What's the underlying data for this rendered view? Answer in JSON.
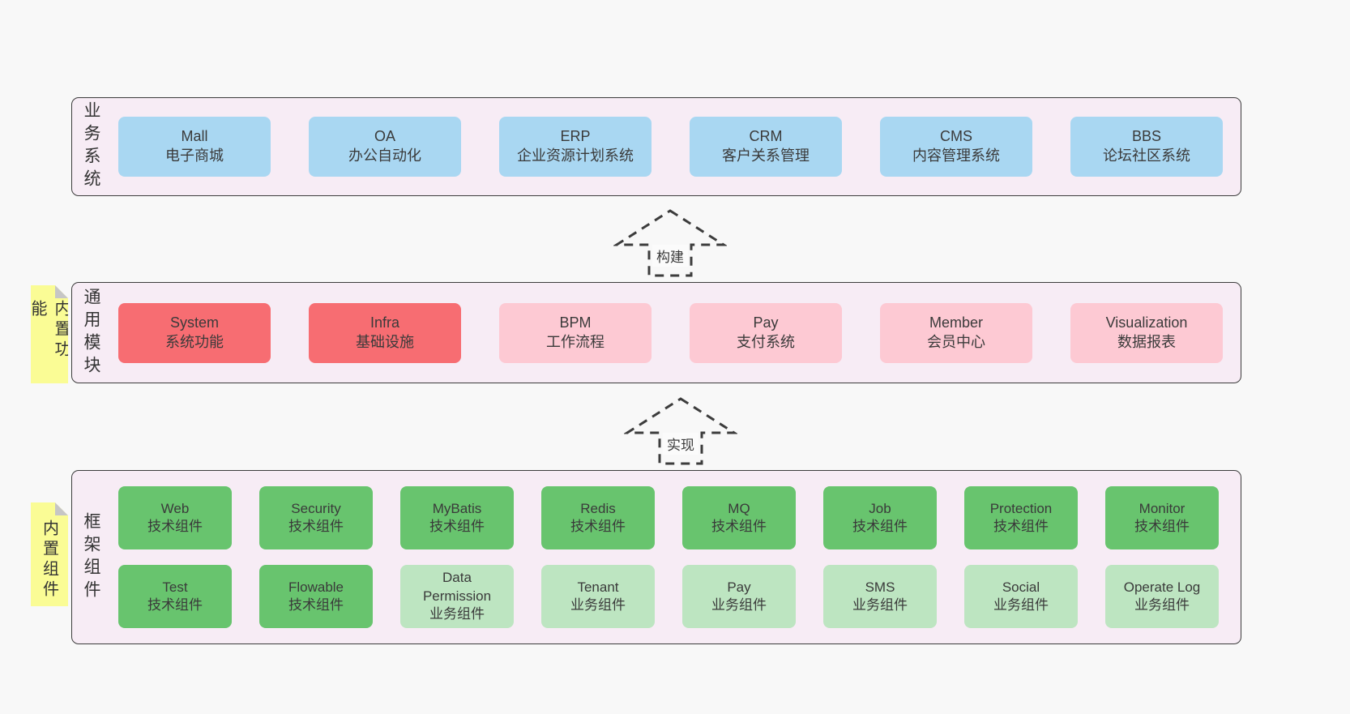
{
  "colors": {
    "layerBg": "#f7ecf5",
    "blue": "#a9d7f2",
    "red": "#f76d72",
    "pink": "#fdc9d3",
    "green": "#68c46e",
    "lightgreen": "#bde5c1",
    "yellow": "#fafc95",
    "fold": "#c6c6c6",
    "line": "#3c3c3c"
  },
  "layers": {
    "business": {
      "label": "业务系统",
      "rows": [
        [
          {
            "title": "Mall",
            "subtitle": "电子商城",
            "color": "blue"
          },
          {
            "title": "OA",
            "subtitle": "办公自动化",
            "color": "blue"
          },
          {
            "title": "ERP",
            "subtitle": "企业资源计划系统",
            "color": "blue"
          },
          {
            "title": "CRM",
            "subtitle": "客户关系管理",
            "color": "blue"
          },
          {
            "title": "CMS",
            "subtitle": "内容管理系统",
            "color": "blue"
          },
          {
            "title": "BBS",
            "subtitle": "论坛社区系统",
            "color": "blue"
          }
        ]
      ]
    },
    "common": {
      "label": "通用模块",
      "tag": "内置功能",
      "rows": [
        [
          {
            "title": "System",
            "subtitle": "系统功能",
            "color": "red"
          },
          {
            "title": "Infra",
            "subtitle": "基础设施",
            "color": "red"
          },
          {
            "title": "BPM",
            "subtitle": "工作流程",
            "color": "pink"
          },
          {
            "title": "Pay",
            "subtitle": "支付系统",
            "color": "pink"
          },
          {
            "title": "Member",
            "subtitle": "会员中心",
            "color": "pink"
          },
          {
            "title": "Visualization",
            "subtitle": "数据报表",
            "color": "pink"
          }
        ]
      ]
    },
    "framework": {
      "label": "框架组件",
      "tag": "内置组件",
      "rows": [
        [
          {
            "title": "Web",
            "subtitle": "技术组件",
            "color": "green"
          },
          {
            "title": "Security",
            "subtitle": "技术组件",
            "color": "green"
          },
          {
            "title": "MyBatis",
            "subtitle": "技术组件",
            "color": "green"
          },
          {
            "title": "Redis",
            "subtitle": "技术组件",
            "color": "green"
          },
          {
            "title": "MQ",
            "subtitle": "技术组件",
            "color": "green"
          },
          {
            "title": "Job",
            "subtitle": "技术组件",
            "color": "green"
          },
          {
            "title": "Protection",
            "subtitle": "技术组件",
            "color": "green"
          },
          {
            "title": "Monitor",
            "subtitle": "技术组件",
            "color": "green"
          }
        ],
        [
          {
            "title": "Test",
            "subtitle": "技术组件",
            "color": "green"
          },
          {
            "title": "Flowable",
            "subtitle": "技术组件",
            "color": "green"
          },
          {
            "title": "Data Permission",
            "subtitle": "业务组件",
            "color": "lightgreen"
          },
          {
            "title": "Tenant",
            "subtitle": "业务组件",
            "color": "lightgreen"
          },
          {
            "title": "Pay",
            "subtitle": "业务组件",
            "color": "lightgreen"
          },
          {
            "title": "SMS",
            "subtitle": "业务组件",
            "color": "lightgreen"
          },
          {
            "title": "Social",
            "subtitle": "业务组件",
            "color": "lightgreen"
          },
          {
            "title": "Operate Log",
            "subtitle": "业务组件",
            "color": "lightgreen"
          }
        ]
      ]
    }
  },
  "arrows": {
    "build": {
      "label": "构建"
    },
    "implement": {
      "label": "实现"
    }
  }
}
